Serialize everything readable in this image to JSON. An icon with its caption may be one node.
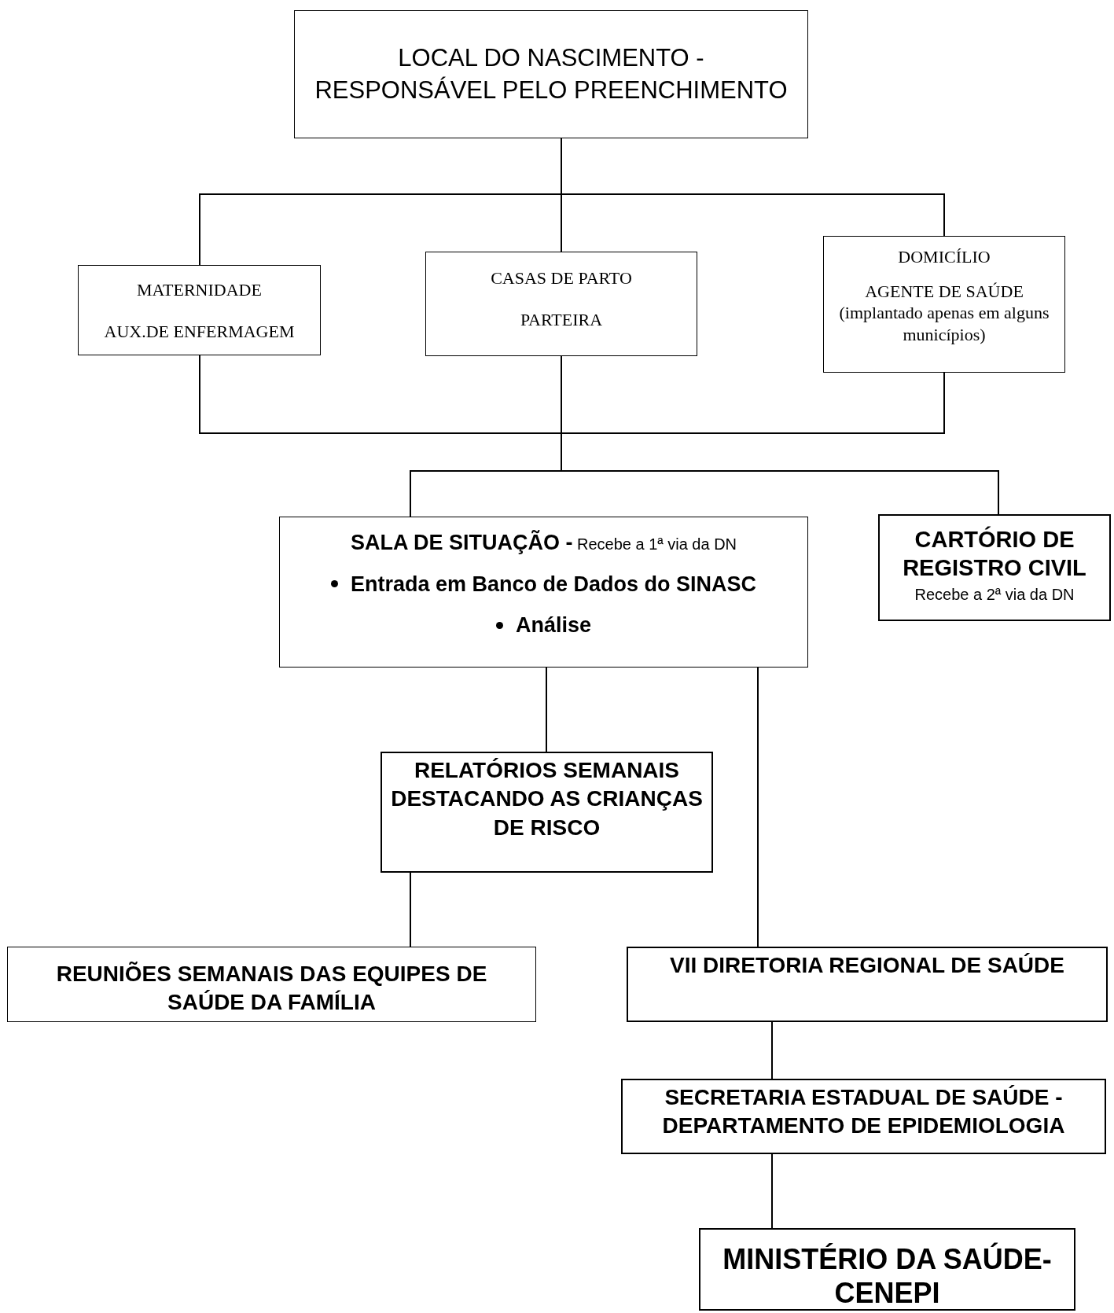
{
  "diagram": {
    "nodes": [
      {
        "text": [
          "LOCAL DO NASCIMENTO - RESPONSÁVEL PELO PREENCHIMENTO"
        ]
      },
      {
        "text": [
          "MATERNIDADE",
          "AUX.DE ENFERMAGEM"
        ]
      },
      {
        "text": [
          "CASAS DE PARTO",
          "PARTEIRA"
        ]
      },
      {
        "text": [
          "DOMICÍLIO",
          "AGENTE DE SAÚDE (implantado apenas em alguns municípios)"
        ]
      },
      {
        "text": [
          "**SALA DE SITUAÇÃO -** Recebe a 1ª via da DN",
          "Entrada em Banco de Dados do SINASC",
          "Análise"
        ]
      },
      {
        "text": [
          "CARTÓRIO DE REGISTRO CIVIL",
          "Recebe a 2ª via da DN"
        ]
      },
      {
        "text": [
          "RELATÓRIOS SEMANAIS DESTACANDO AS CRIANÇAS DE RISCO"
        ]
      },
      {
        "text": [
          "REUNIÕES SEMANAIS DAS EQUIPES DE SAÚDE DA FAMÍLIA"
        ]
      },
      {
        "text": [
          "VII DIRETORIA REGIONAL DE SAÚDE"
        ]
      },
      {
        "text": [
          "SECRETARIA ESTADUAL DE SAÚDE - DEPARTAMENTO DE EPIDEMIOLOGIA"
        ]
      },
      {
        "text": [
          "MINISTÉRIO DA SAÚDE- CENEPI"
        ]
      }
    ],
    "edges": [
      {
        "from": 0,
        "to": 1,
        "arrow": "none"
      },
      {
        "from": 0,
        "to": 2,
        "arrow": "none"
      },
      {
        "from": 0,
        "to": 3,
        "arrow": "none"
      },
      {
        "from": 1,
        "to": 4,
        "arrow": "none"
      },
      {
        "from": 2,
        "to": 4,
        "arrow": "none"
      },
      {
        "from": 3,
        "to": 4,
        "arrow": "none"
      },
      {
        "from": 1,
        "to": 5,
        "arrow": "none"
      },
      {
        "from": 2,
        "to": 5,
        "arrow": "none"
      },
      {
        "from": 3,
        "to": 5,
        "arrow": "none"
      },
      {
        "from": 4,
        "to": 6,
        "arrow": "none"
      },
      {
        "from": 4,
        "to": 8,
        "arrow": "none"
      },
      {
        "from": 6,
        "to": 7,
        "arrow": "none"
      },
      {
        "from": 8,
        "to": 9,
        "arrow": "none"
      },
      {
        "from": 9,
        "to": 10,
        "arrow": "none"
      }
    ]
  }
}
